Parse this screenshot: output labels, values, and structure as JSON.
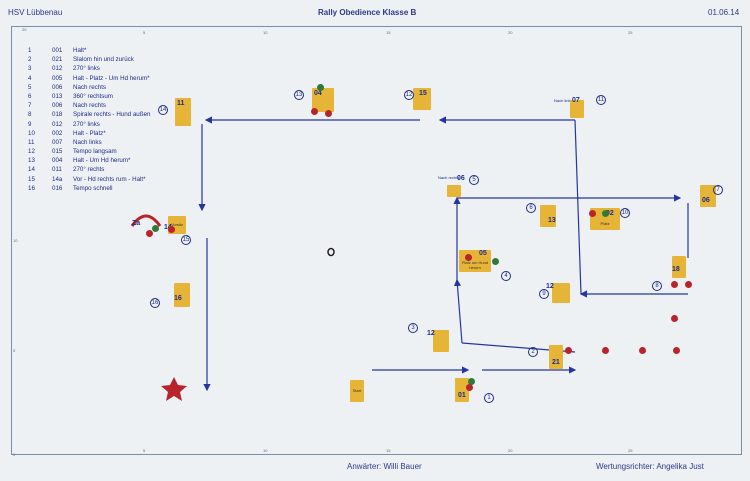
{
  "header": {
    "left": "HSV Lübbenau",
    "center": "Rally Obedience Klasse  B",
    "right": "01.06.14"
  },
  "footer": {
    "candidate": "Anwärter:  Willi Bauer",
    "judge": "Wertungsrichter:  Angelika Just"
  },
  "ticks_top": [
    "5",
    "10",
    "15",
    "20",
    "25"
  ],
  "ticks_left": [
    "20",
    "10",
    "5",
    "0"
  ],
  "legend": [
    {
      "idx": "1",
      "code": "001",
      "text": "Halt*"
    },
    {
      "idx": "2",
      "code": "021",
      "text": "Slalom hin und zurück"
    },
    {
      "idx": "3",
      "code": "012",
      "text": "270° links"
    },
    {
      "idx": "4",
      "code": "005",
      "text": "Halt - Platz - Um Hd herum*"
    },
    {
      "idx": "5",
      "code": "006",
      "text": "Nach rechts"
    },
    {
      "idx": "6",
      "code": "013",
      "text": "360° rechtsum"
    },
    {
      "idx": "7",
      "code": "006",
      "text": "Nach rechts"
    },
    {
      "idx": "8",
      "code": "018",
      "text": "Spirale rechts - Hund außen"
    },
    {
      "idx": "9",
      "code": "012",
      "text": "270° links"
    },
    {
      "idx": "10",
      "code": "002",
      "text": "Halt - Platz*"
    },
    {
      "idx": "11",
      "code": "007",
      "text": "Nach links"
    },
    {
      "idx": "12",
      "code": "015",
      "text": "Tempo langsam"
    },
    {
      "idx": "13",
      "code": "004",
      "text": "Halt - Um Hd herum*"
    },
    {
      "idx": "14",
      "code": "011",
      "text": "270° rechts"
    },
    {
      "idx": "15",
      "code": "14a",
      "text": "Vor - Hd rechts rum - Halt*"
    },
    {
      "idx": "16",
      "code": "016",
      "text": "Tempo schnell"
    }
  ],
  "stations": {
    "s1": {
      "num": "01",
      "mark": "1"
    },
    "s2": {
      "num": "21",
      "mark": "2"
    },
    "s3": {
      "num": "12",
      "mark": "3"
    },
    "s4": {
      "num": "05",
      "mark": "4",
      "text": "Platz um Hund herum"
    },
    "s5": {
      "num": "06",
      "mark": "5",
      "text": "Nach rechts"
    },
    "s6": {
      "num": "13",
      "mark": "6"
    },
    "s7": {
      "num": "06",
      "mark": "7"
    },
    "s8": {
      "num": "18",
      "mark": "8"
    },
    "s9": {
      "num": "12",
      "mark": "9"
    },
    "s10": {
      "num": "02",
      "mark": "10",
      "text": "Platz"
    },
    "s11": {
      "num": "07",
      "mark": "11",
      "text": "Nach links"
    },
    "s12": {
      "num": "15",
      "mark": "12"
    },
    "s13": {
      "num": "04",
      "mark": "13"
    },
    "s14": {
      "num": "11",
      "mark": "14"
    },
    "s15": {
      "num": "14",
      "mark": "15",
      "text": "Vorsitz"
    },
    "s16": {
      "num": "16",
      "mark": "16"
    },
    "start": {
      "text": "Start"
    },
    "ziel": {
      "num": "Za"
    }
  },
  "colors": {
    "path": "#2536a0",
    "sign": "#e6b436",
    "cone": "#b8242a",
    "star": "#b8242a"
  }
}
